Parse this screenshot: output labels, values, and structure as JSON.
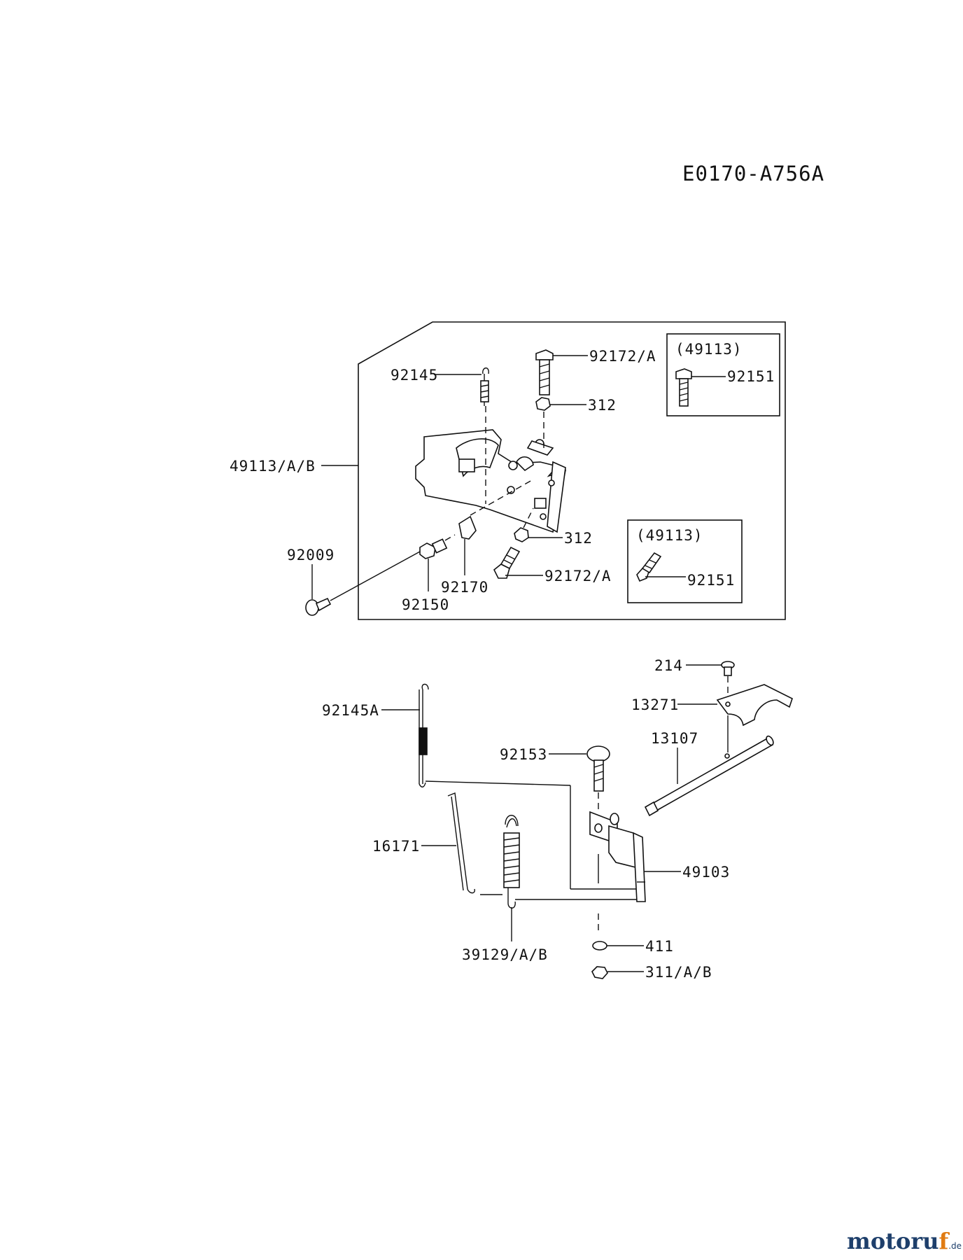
{
  "diagram_code": "E0170-A756A",
  "upper_group": {
    "callouts": {
      "spring_top": "92145",
      "bolt_top": "92172/A",
      "nut_top": "312",
      "plate_assembly": "49113/A/B",
      "screw_left": "92009",
      "fitting": "92150",
      "clip": "92170",
      "nut_bottom": "312",
      "bolt_bottom": "92172/A"
    },
    "inset_top": {
      "title": "(49113)",
      "part": "92151"
    },
    "inset_bottom": {
      "title": "(49113)",
      "part": "92151"
    }
  },
  "lower_group": {
    "callouts": {
      "bolt_small": "214",
      "bracket": "13271",
      "shaft": "13107",
      "rod_spring": "92145A",
      "bolt_carriage": "92153",
      "rod": "16171",
      "lever": "49103",
      "spring_lower": "39129/A/B",
      "washer": "411",
      "nut": "311/A/B"
    }
  },
  "watermark": {
    "text_dark": "motoru",
    "text_accent": "f",
    "suffix": ".de",
    "color_dark": "#1e3f6b",
    "color_accent": "#e07b12"
  }
}
